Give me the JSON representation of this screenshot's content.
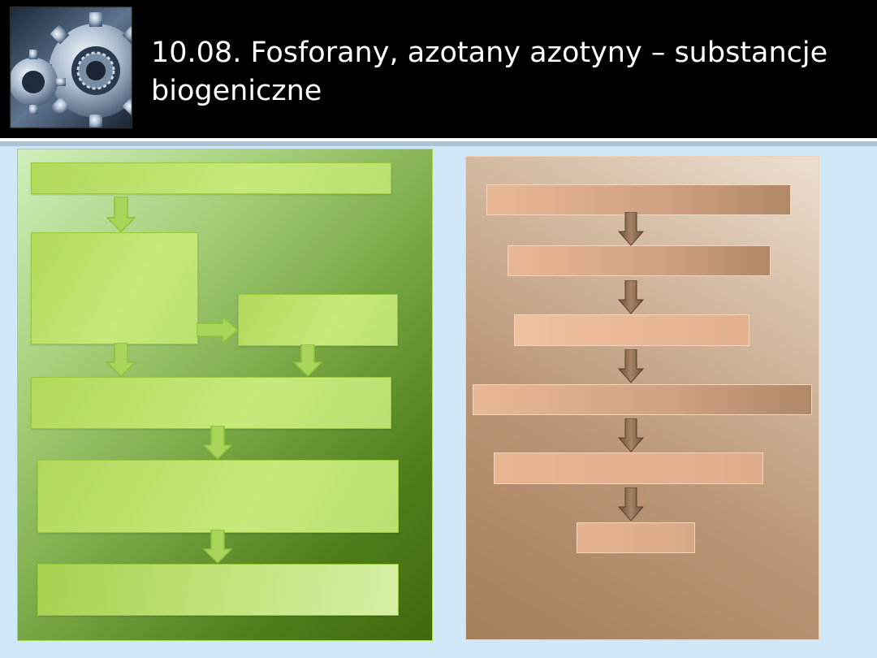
{
  "header": {
    "title_line1": "10.08. Fosforany, azotany azotyny – substancje",
    "title_line2": "biogeniczne",
    "image_icon": "gears-image"
  },
  "colors": {
    "background": "#cfe7f6",
    "header": "#000000",
    "left_panel": "#6f9f35",
    "right_panel": "#c4a488",
    "left_boxes": "#c0e270",
    "right_boxes": "#e2b392"
  },
  "diagram_left": {
    "boxes": [
      "",
      "",
      "",
      "",
      "",
      ""
    ]
  },
  "diagram_right": {
    "boxes": [
      "",
      "",
      "",
      "",
      "",
      ""
    ]
  }
}
